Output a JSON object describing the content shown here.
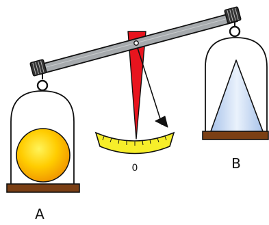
{
  "labels": {
    "pan_left": "A",
    "pan_right": "B",
    "scale_zero": "0"
  },
  "colors": {
    "beam": "#a6aaad",
    "pointer": "#e8141e",
    "scale": "#f7ee2a",
    "base": "#7b3f14",
    "sphere": "#ffcc00",
    "cone": "#c4d7f0",
    "outline": "#111111"
  },
  "icons": [
    "balance-beam",
    "sphere",
    "cone",
    "bell-jar",
    "pointer-needle"
  ]
}
